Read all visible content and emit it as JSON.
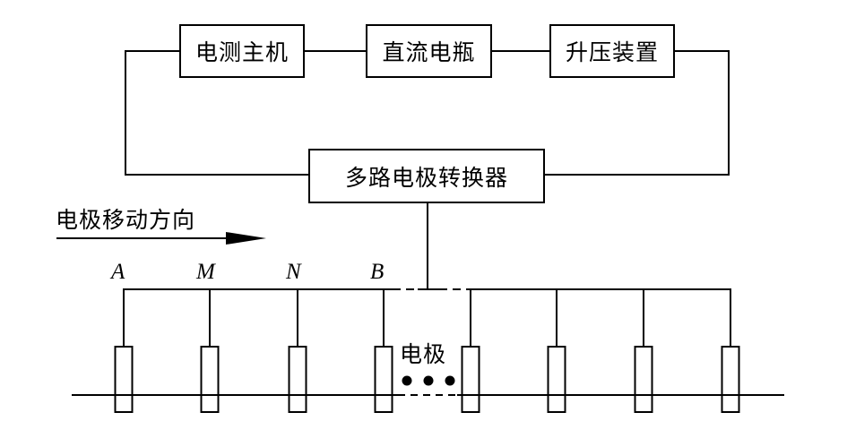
{
  "diagram": {
    "boxes": {
      "host": "电测主机",
      "battery": "直流电瓶",
      "booster": "升压装置",
      "switcher": "多路电极转换器"
    },
    "direction_label": "电极移动方向",
    "electrode_label": "电极",
    "ellipsis": "•••",
    "electrode_letters": [
      "A",
      "M",
      "N",
      "B"
    ],
    "electrode_count": 8,
    "line_color": "#000000",
    "background_color": "#ffffff"
  }
}
